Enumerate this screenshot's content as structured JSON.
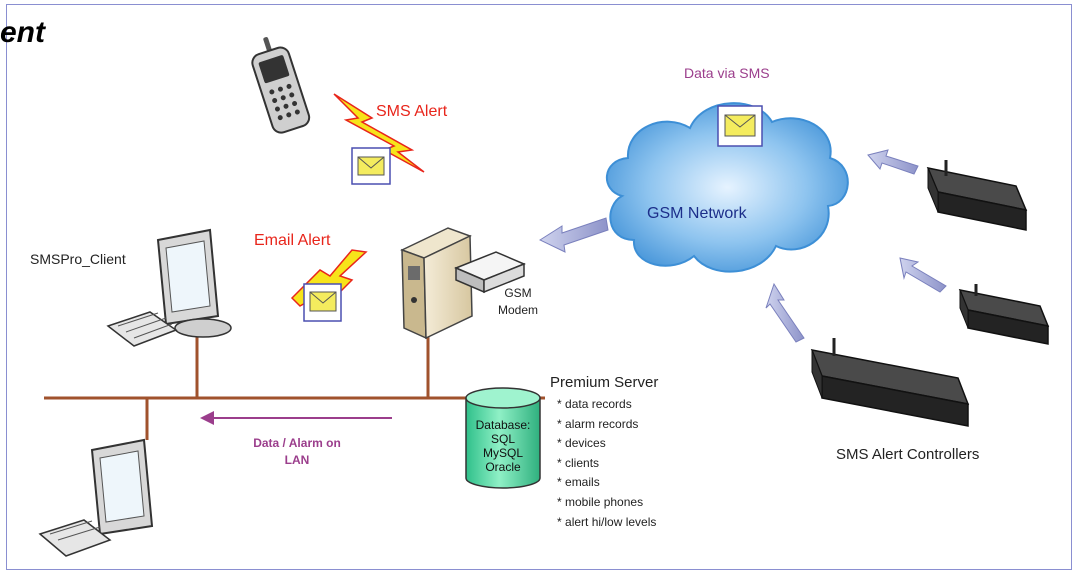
{
  "title": "ent",
  "labels": {
    "sms_alert": "SMS Alert",
    "email_alert": "Email Alert",
    "data_via_sms": "Data via SMS",
    "gsm_network": "GSM Network",
    "client": "SMSPro_Client",
    "gsm_modem": "GSM Modem",
    "data_alarm_lan": "Data / Alarm on LAN",
    "controllers": "SMS Alert Controllers"
  },
  "database": {
    "lines": [
      "Database:",
      "SQL",
      "MySQL",
      "Oracle"
    ]
  },
  "premium_server": {
    "title": "Premium Server",
    "items": [
      "data records",
      "alarm records",
      "devices",
      "clients",
      "emails",
      "mobile phones",
      "alert hi/low levels"
    ]
  },
  "colors": {
    "alert_red": "#e8251b",
    "purple_text": "#9b3e8c",
    "lan_line": "#a0522d",
    "cloud_blue": "#3d8fd6",
    "db_green": "#3fd39a",
    "frame": "#8a8fd1"
  },
  "icons": [
    "mobile-phone-icon",
    "lightning-icon",
    "envelope-icon",
    "computer-icon",
    "server-icon",
    "modem-icon",
    "cloud-icon",
    "database-icon",
    "controller-device-icon",
    "arrow-icon"
  ]
}
